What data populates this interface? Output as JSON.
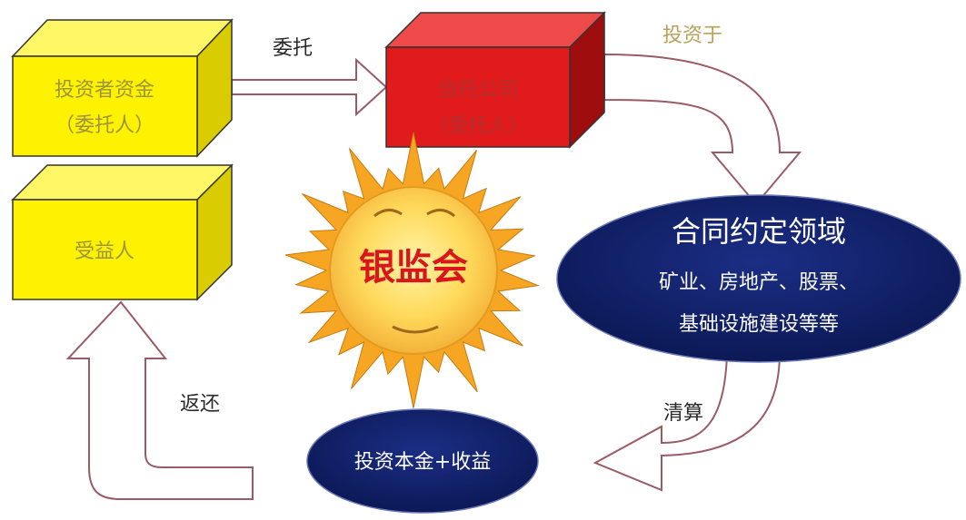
{
  "boxes": {
    "investor": {
      "line1": "投资者资金",
      "line2": "（委托人）"
    },
    "trust": {
      "line1": "信托公司",
      "line2": "（受托人）"
    },
    "beneficiary": {
      "line1": "受益人"
    }
  },
  "arrows": {
    "entrust": "委托",
    "invest": "投资于",
    "settle": "清算",
    "return": "返还"
  },
  "ellipses": {
    "domain": {
      "title": "合同约定领域",
      "line1": "矿业、房地产、股票、",
      "line2": "基础设施建设等等"
    },
    "principal": {
      "label": "投资本金+收益"
    }
  },
  "regulator": {
    "label": "银监会"
  },
  "colors": {
    "yellow_front": "#FFF200",
    "yellow_top": "#FFF766",
    "yellow_side": "#D9CC00",
    "red_front": "#E11B1B",
    "red_top": "#EE4A4A",
    "red_side": "#9E0E0E",
    "navy": "#0F1F66",
    "arrow_stroke": "#9B5A66",
    "sun_ray": "#F6A623",
    "sun_face": "#FFD95A",
    "regulator_text": "#D8161B"
  }
}
